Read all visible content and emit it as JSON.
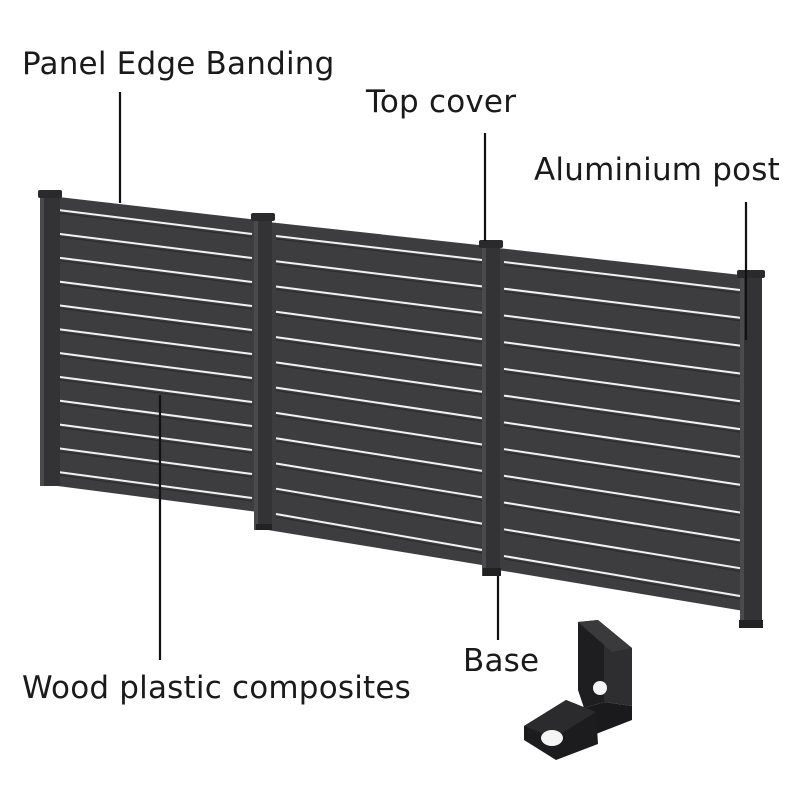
{
  "labels": {
    "panel_edge_banding": "Panel Edge Banding",
    "top_cover": "Top cover",
    "aluminium_post": "Aluminium post",
    "base": "Base",
    "wood_plastic_composites": "Wood plastic composites"
  },
  "colors": {
    "panel": "#3d3d3f",
    "panel_dark": "#2a2a2c",
    "post": "#333335",
    "gap": "#f2f2f2",
    "leader": "#111111",
    "text": "#1a1a1a"
  }
}
